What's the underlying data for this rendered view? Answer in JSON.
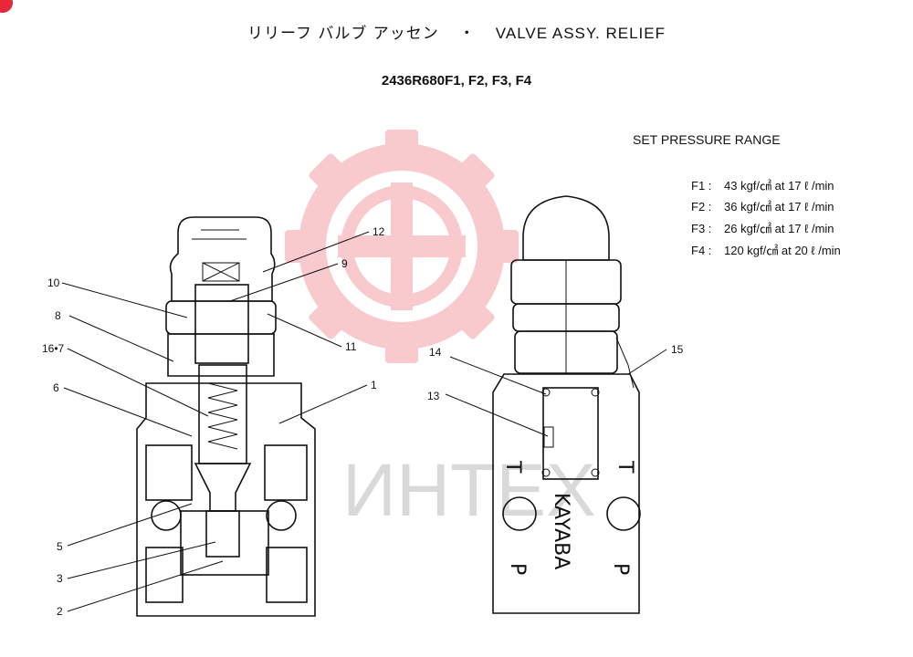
{
  "title": {
    "japanese": "リリーフ バルブ アッセン",
    "separator": "・",
    "english": "VALVE ASSY. RELIEF"
  },
  "part_numbers": "2436R680F1, F2, F3, F4",
  "set_pressure": {
    "heading": "SET PRESSURE RANGE",
    "ranges": [
      {
        "code": "F1 :",
        "value": "43 kgf/㎠ at 17 ℓ /min"
      },
      {
        "code": "F2 :",
        "value": "36 kgf/㎠ at 17 ℓ /min"
      },
      {
        "code": "F3 :",
        "value": "26 kgf/㎠ at 17 ℓ /min"
      },
      {
        "code": "F4 :",
        "value": "120 kgf/㎠ at 20 ℓ /min"
      }
    ]
  },
  "callouts": {
    "c1": "1",
    "c2": "2",
    "c3": "3",
    "c5": "5",
    "c6": "6",
    "c16_7": "16•7",
    "c8": "8",
    "c9": "9",
    "c10": "10",
    "c11": "11",
    "c12": "12",
    "c13": "13",
    "c14": "14",
    "c15": "15"
  },
  "body_markings": {
    "port_t_left": "T",
    "port_t_right": "T",
    "port_p_left": "P",
    "port_p_right": "P",
    "maker": "KAYABA"
  },
  "watermark": "ИНТЕХ",
  "colors": {
    "watermark_gear": "#f6b8bd",
    "watermark_text": "#d9d9d9",
    "badge": "#e8273a"
  }
}
